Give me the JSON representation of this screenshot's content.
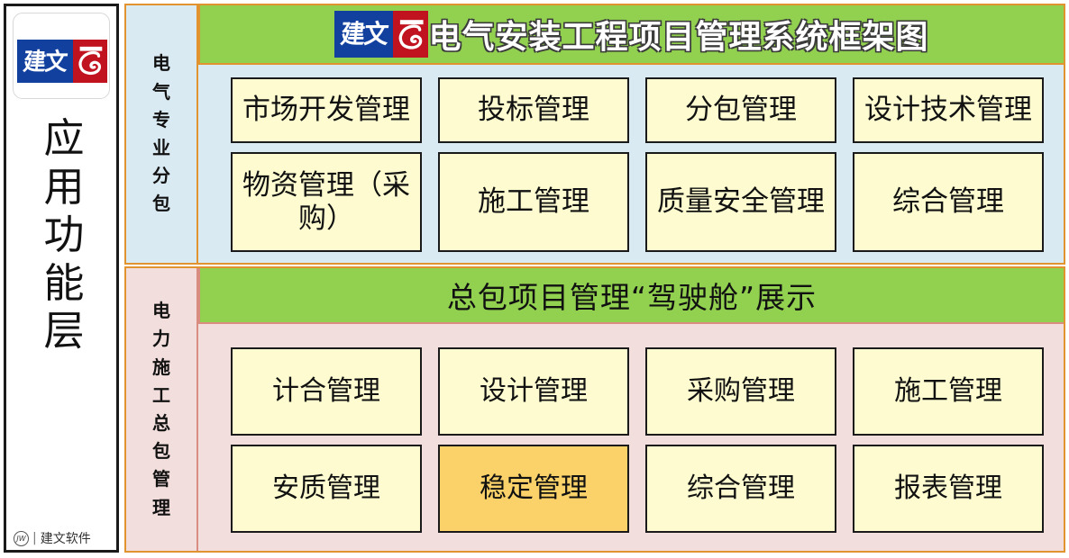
{
  "brand": {
    "logo_text": "建文",
    "logo_blue_hex": "#12409F",
    "logo_red_hex": "#C0121F"
  },
  "left_panel": {
    "layer_label": "应用功能层",
    "layer_label_chars": [
      "应",
      "用",
      "功",
      "能",
      "层"
    ],
    "watermark_badge": "JW",
    "watermark_separator": "|",
    "watermark_text": "建文软件"
  },
  "header": {
    "title": "电气安装工程项目管理系统框架图",
    "background_hex": "#92D050",
    "text_hex": "#FFFFFF"
  },
  "sections": [
    {
      "id": "electrical-subcontract",
      "side_label": "电气专业分包",
      "side_label_chars": [
        "电",
        "气",
        "专",
        "业",
        "分",
        "包"
      ],
      "background_hex": "#DAEAF2",
      "border_hex": "#E0932F",
      "modules": [
        {
          "label": "市场开发管理",
          "highlight": false
        },
        {
          "label": "投标管理",
          "highlight": false
        },
        {
          "label": "分包管理",
          "highlight": false
        },
        {
          "label": "设计技术管理",
          "highlight": false
        },
        {
          "label": "物资管理（采购）",
          "highlight": false
        },
        {
          "label": "施工管理",
          "highlight": false
        },
        {
          "label": "质量安全管理",
          "highlight": false
        },
        {
          "label": "综合管理",
          "highlight": false
        }
      ]
    },
    {
      "id": "power-general-contract",
      "side_label": "电力施工总包管理",
      "side_label_chars": [
        "电",
        "力",
        "施",
        "工",
        "总",
        "包",
        "管",
        "理"
      ],
      "background_hex": "#F2DEDC",
      "border_hex": "#D98C80",
      "banner": "总包项目管理“驾驶舱”展示",
      "banner_background_hex": "#92D050",
      "banner_text_hex": "#111111",
      "modules": [
        {
          "label": "计合管理",
          "highlight": false
        },
        {
          "label": "设计管理",
          "highlight": false
        },
        {
          "label": "采购管理",
          "highlight": false
        },
        {
          "label": "施工管理",
          "highlight": false
        },
        {
          "label": "安质管理",
          "highlight": false
        },
        {
          "label": "稳定管理",
          "highlight": true
        },
        {
          "label": "综合管理",
          "highlight": false
        },
        {
          "label": "报表管理",
          "highlight": false
        }
      ]
    }
  ],
  "palette": {
    "module_fill_hex": "#FDFBCF",
    "module_highlight_hex": "#FBD269",
    "module_border_hex": "#1A1A1A"
  }
}
